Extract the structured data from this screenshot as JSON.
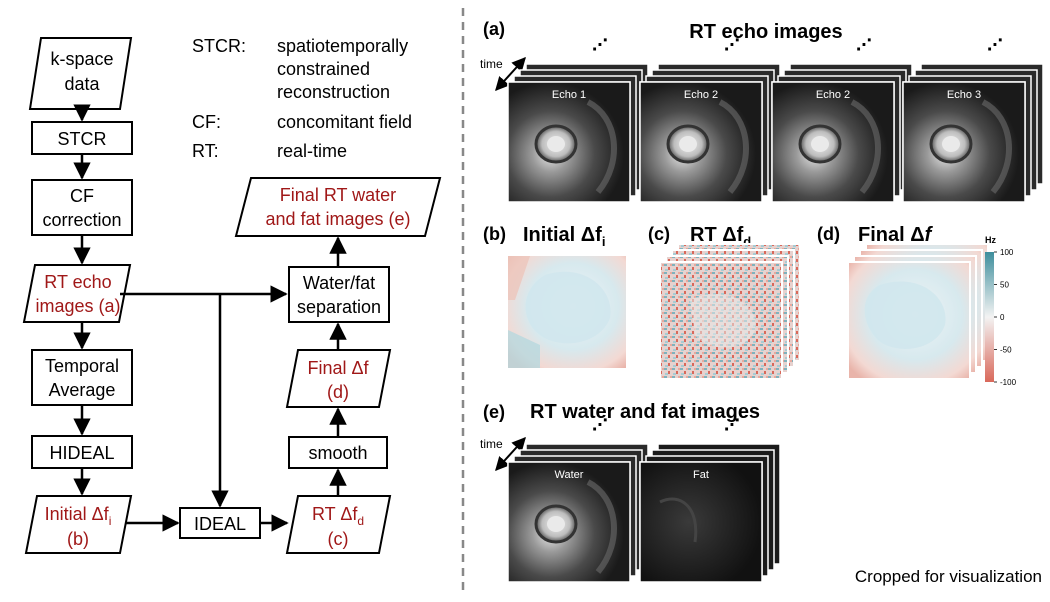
{
  "legend": {
    "stcr_abbr": "STCR:",
    "stcr_line1": "spatiotemporally",
    "stcr_line2": "constrained",
    "stcr_line3": "reconstruction",
    "cf_abbr": "CF:",
    "cf_desc": "concomitant field",
    "rt_abbr": "RT:",
    "rt_desc": "real-time"
  },
  "flow": {
    "kspace_l1": "k-space",
    "kspace_l2": "data",
    "stcr": "STCR",
    "cf_l1": "CF",
    "cf_l2": "correction",
    "rtecho_l1": "RT echo",
    "rtecho_l2": "images (a)",
    "temporal_l1": "Temporal",
    "temporal_l2": "Average",
    "hideal": "HIDEAL",
    "initial_l1_prefix": "Initial Δf",
    "initial_sub": "i",
    "initial_l2": "(b)",
    "ideal": "IDEAL",
    "rtdf_l1_prefix": "RT Δf",
    "rtdf_sub": "d",
    "rtdf_l2": "(c)",
    "smooth": "smooth",
    "finaldf_l1": "Final Δf",
    "finaldf_l2": "(d)",
    "wf_l1": "Water/fat",
    "wf_l2": "separation",
    "final_l1": "Final RT water",
    "final_l2": "and fat images (e)"
  },
  "panels": {
    "a_label": "(a)",
    "a_title": "RT echo images",
    "time_label": "time",
    "ellipsis": "⋰",
    "echo_labels": [
      "Echo 1",
      "Echo 2",
      "Echo 2",
      "Echo 3"
    ],
    "b_label": "(b)",
    "b_title_prefix": "Initial Δf",
    "b_title_sub": "i",
    "c_label": "(c)",
    "c_title_prefix": "RT Δf",
    "c_title_sub": "d",
    "d_label": "(d)",
    "d_title_prefix": "Final Δ",
    "d_title_f": "f",
    "colorbar_unit": "Hz",
    "colorbar_ticks": [
      "100",
      "50",
      "0",
      "-50",
      "-100"
    ],
    "e_label": "(e)",
    "e_title": "RT water and fat images",
    "wf_labels": [
      "Water",
      "Fat"
    ],
    "footnote": "Cropped for visualization"
  },
  "colors": {
    "accent_red": "#a01818",
    "colormap_pos": "#3e8e9c",
    "colormap_neg": "#d9685a"
  }
}
